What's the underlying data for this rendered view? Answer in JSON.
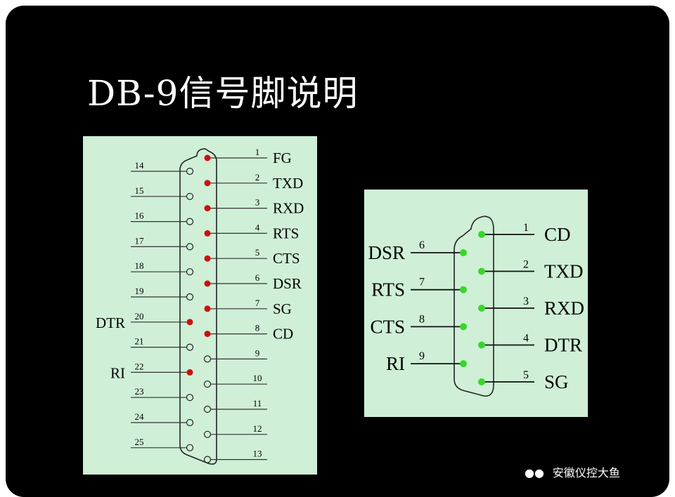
{
  "title": "DB-9信号脚说明",
  "colors": {
    "panel": "#cfefd6",
    "red_pin": "#cc1111",
    "green_pin": "#39d62a",
    "line": "#333333",
    "background": "#000000"
  },
  "db25": {
    "top_pins": [
      {
        "num": "1",
        "signal": "FG",
        "active": true
      },
      {
        "num": "2",
        "signal": "TXD",
        "active": true
      },
      {
        "num": "3",
        "signal": "RXD",
        "active": true
      },
      {
        "num": "4",
        "signal": "RTS",
        "active": true
      },
      {
        "num": "5",
        "signal": "CTS",
        "active": true
      },
      {
        "num": "6",
        "signal": "DSR",
        "active": true
      },
      {
        "num": "7",
        "signal": "SG",
        "active": true
      },
      {
        "num": "8",
        "signal": "CD",
        "active": true
      },
      {
        "num": "9",
        "signal": "",
        "active": false
      },
      {
        "num": "10",
        "signal": "",
        "active": false
      },
      {
        "num": "11",
        "signal": "",
        "active": false
      },
      {
        "num": "12",
        "signal": "",
        "active": false
      },
      {
        "num": "13",
        "signal": "",
        "active": false
      }
    ],
    "bottom_pins": [
      {
        "num": "14",
        "signal": "",
        "active": false
      },
      {
        "num": "15",
        "signal": "",
        "active": false
      },
      {
        "num": "16",
        "signal": "",
        "active": false
      },
      {
        "num": "17",
        "signal": "",
        "active": false
      },
      {
        "num": "18",
        "signal": "",
        "active": false
      },
      {
        "num": "19",
        "signal": "",
        "active": false
      },
      {
        "num": "20",
        "signal": "DTR",
        "active": true
      },
      {
        "num": "21",
        "signal": "",
        "active": false
      },
      {
        "num": "22",
        "signal": "RI",
        "active": true
      },
      {
        "num": "23",
        "signal": "",
        "active": false
      },
      {
        "num": "24",
        "signal": "",
        "active": false
      },
      {
        "num": "25",
        "signal": "",
        "active": false
      }
    ]
  },
  "db9": {
    "top_pins": [
      {
        "num": "1",
        "signal": "CD"
      },
      {
        "num": "2",
        "signal": "TXD"
      },
      {
        "num": "3",
        "signal": "RXD"
      },
      {
        "num": "4",
        "signal": "DTR"
      },
      {
        "num": "5",
        "signal": "SG"
      }
    ],
    "bottom_pins": [
      {
        "num": "6",
        "signal": "DSR"
      },
      {
        "num": "7",
        "signal": "RTS"
      },
      {
        "num": "8",
        "signal": "CTS"
      },
      {
        "num": "9",
        "signal": "RI"
      }
    ]
  },
  "watermark": {
    "icon": "wechat-icon",
    "text": "安徽仪控大鱼"
  }
}
